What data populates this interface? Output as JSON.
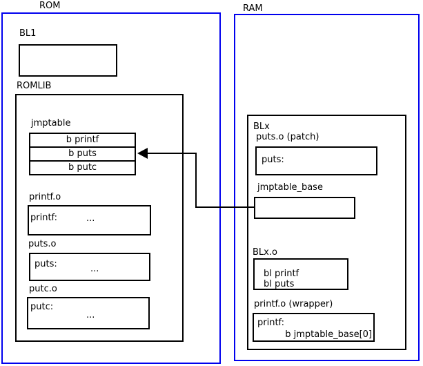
{
  "colors": {
    "region_border": "#0000ee",
    "box_border": "#000000",
    "background": "#ffffff",
    "text": "#000000"
  },
  "rom": {
    "label": "ROM",
    "bl1": {
      "label": "BL1"
    },
    "romlib": {
      "label": "ROMLIB",
      "jmptable": {
        "label": "jmptable",
        "entries": [
          "b printf",
          "b puts",
          "b putc"
        ]
      },
      "objects": [
        {
          "label": "printf.o",
          "symbol": "printf:",
          "body": "..."
        },
        {
          "label": "puts.o",
          "symbol": "puts:",
          "body": "..."
        },
        {
          "label": "putc.o",
          "symbol": "putc:",
          "body": "..."
        }
      ]
    }
  },
  "ram": {
    "label": "RAM",
    "blx": {
      "label": "BLx",
      "puts_patch": {
        "label": "puts.o (patch)",
        "symbol": "puts:"
      },
      "jmptable_base": {
        "label": "jmptable_base"
      },
      "blx_o": {
        "label": "BLx.o",
        "instructions": [
          "bl printf",
          "bl puts"
        ]
      },
      "printf_wrapper": {
        "label": "printf.o (wrapper)",
        "symbol": "printf:",
        "body": "b jmptable_base[0]"
      }
    }
  }
}
